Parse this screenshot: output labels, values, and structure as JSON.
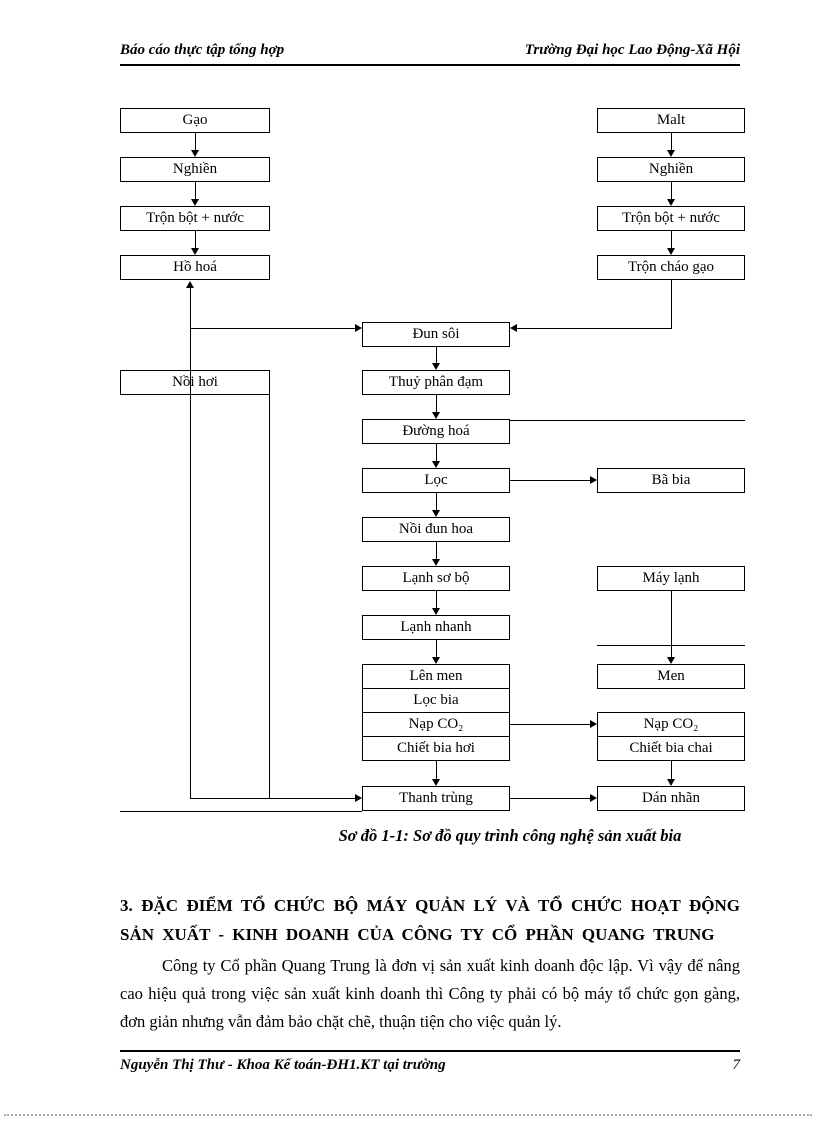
{
  "header": {
    "left": "Báo cáo thực tập tổng hợp",
    "right": "Trường Đại học Lao Động-Xã Hội"
  },
  "flowchart": {
    "caption": "Sơ đồ 1-1: Sơ đồ quy trình công nghệ sản xuất bia",
    "nodes": {
      "gao": "Gạo",
      "nghien_trai": "Nghiền",
      "tron_bot_nuoc_trai": "Trộn bột + nước",
      "ho_hoa": "Hồ hoá",
      "noi_hoi": "Nồi hơi",
      "malt": "Malt",
      "nghien_phai": "Nghiền",
      "tron_bot_nuoc_phai": "Trộn bột + nước",
      "tron_chao_gao": "Trộn cháo gạo",
      "dun_soi": "Đun sôi",
      "thuy_phan_dam": "Thuỷ phân đạm",
      "duong_hoa": "Đường hoá",
      "loc": "Lọc",
      "ba_bia": "Bã bia",
      "noi_dun_hoa": "Nồi đun hoa",
      "lanh_so_bo": "Lạnh sơ bộ",
      "may_lanh": "Máy lạnh",
      "lanh_nhanh": "Lạnh nhanh",
      "len_men": "Lên men",
      "men": "Men",
      "loc_bia": "Lọc bia",
      "nap_co2": "Nạp CO₂",
      "nap_co2_phai": "Nạp CO₂",
      "chiet_bia_hoi": "Chiết bia hơi",
      "chiet_bia_chai": "Chiết bia chai",
      "thanh_trung": "Thanh trùng",
      "dan_nhan": "Dán nhãn"
    }
  },
  "section": {
    "heading_line1": "3. ĐẶC ĐIỂM TỔ CHỨC BỘ MÁY QUẢN LÝ VÀ TỔ CHỨC HOẠT ĐỘNG",
    "heading_line2": "SẢN XUẤT - KINH DOANH CỦA CÔNG TY CỔ PHẦN QUANG TRUNG",
    "paragraph": "Công ty Cổ phần Quang Trung là đơn vị sản xuất kinh doanh độc lập. Vì vậy để nâng cao hiệu quả trong việc sản xuất kinh doanh thì Công ty phải có bộ máy tổ chức gọn gàng, đơn giản nhưng vẫn đảm bảo chặt chẽ, thuận tiện cho việc quản lý."
  },
  "footer": {
    "left": "Nguyễn Thị Thư - Khoa Kế toán-ĐH1.KT tại trường",
    "page_number": "7"
  }
}
